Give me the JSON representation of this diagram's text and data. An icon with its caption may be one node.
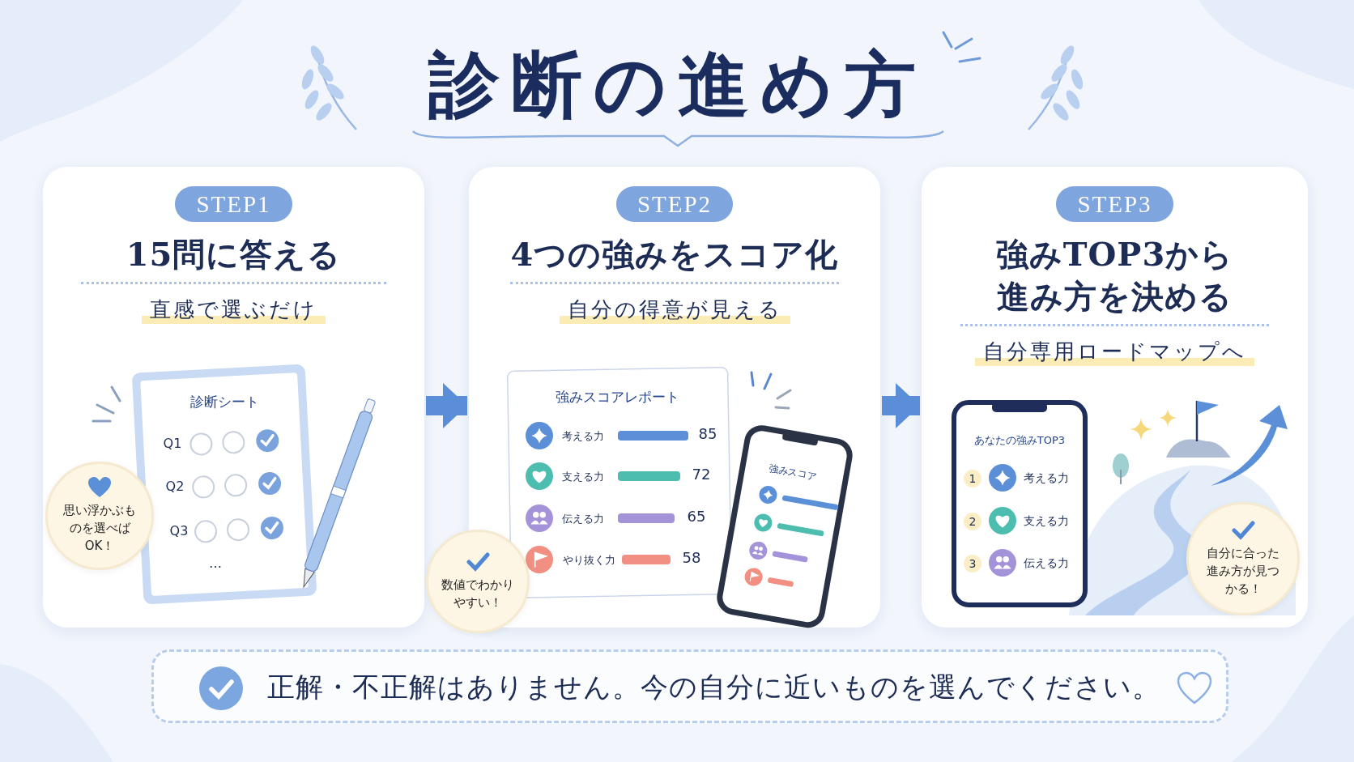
{
  "diagram": {
    "title": "診断の進め方",
    "nodes": [
      {
        "text": [
          "STEP1",
          "15問に答える",
          "直感で選ぶだけ"
        ]
      },
      {
        "text": [
          "思い浮かぶものを選べばOK！"
        ],
        "in": 0
      },
      {
        "text": [
          "STEP2",
          "4つの強みをスコア化",
          "自分の得意が見える"
        ]
      },
      {
        "text": [
          "数値でわかりやすい！"
        ]
      },
      {
        "text": [
          "STEP3",
          "強みTOP3から進み方を決める",
          "自分専用ロードマップへ"
        ]
      },
      {
        "text": [
          "自分に合った進み方が見つかる！"
        ],
        "in": 4
      },
      {
        "text": [
          "正解・不正解はありません。今の自分に近いものを選んでください。"
        ]
      }
    ],
    "edges": [
      {
        "from": 0,
        "to": 2,
        "arrow": "to"
      },
      {
        "from": 2,
        "to": 4,
        "arrow": "to"
      }
    ],
    "labels": [
      "診断シート",
      "Q1",
      "Q2",
      "Q3",
      "…",
      "強みスコアレポート",
      "考える力",
      "85",
      "支える力",
      "72",
      "伝える力",
      "65",
      "やり抜く力",
      "58",
      "強みスコア",
      "あなたの強みTOP3",
      "1",
      "考える力",
      "2",
      "支える力",
      "3",
      "伝える力"
    ]
  }
}
